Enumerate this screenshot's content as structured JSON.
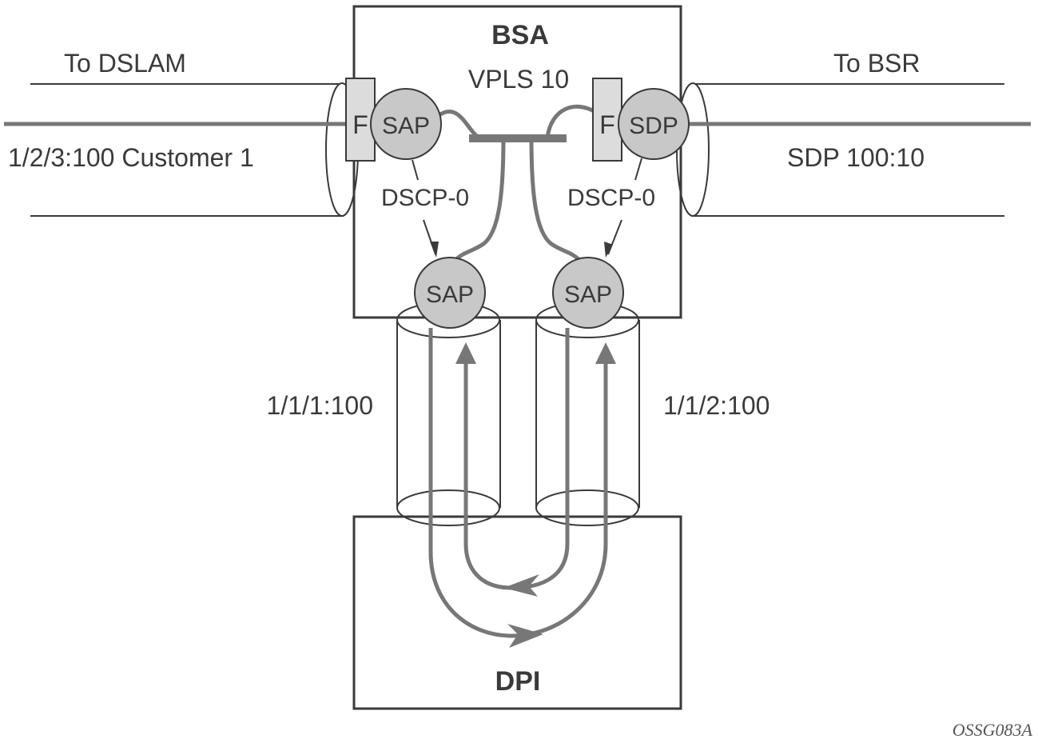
{
  "bsa": {
    "title": "BSA",
    "service": "VPLS 10"
  },
  "dpi": {
    "title": "DPI"
  },
  "left": {
    "heading": "To DSLAM",
    "port": "1/2/3:100 Customer 1",
    "filter": "F",
    "endpoint": "SAP",
    "dscp": "DSCP-0"
  },
  "right": {
    "heading": "To BSR",
    "port": "SDP 100:10",
    "filter": "F",
    "endpoint": "SDP",
    "dscp": "DSCP-0"
  },
  "lower_left": {
    "endpoint": "SAP",
    "port": "1/1/1:100"
  },
  "lower_right": {
    "endpoint": "SAP",
    "port": "1/1/2:100"
  },
  "figure_id": "OSSG083A",
  "colors": {
    "line": "#3a3a3a",
    "flow": "#777777",
    "node_fill": "#c8c8c8",
    "filter_fill": "#dcdcdc"
  }
}
